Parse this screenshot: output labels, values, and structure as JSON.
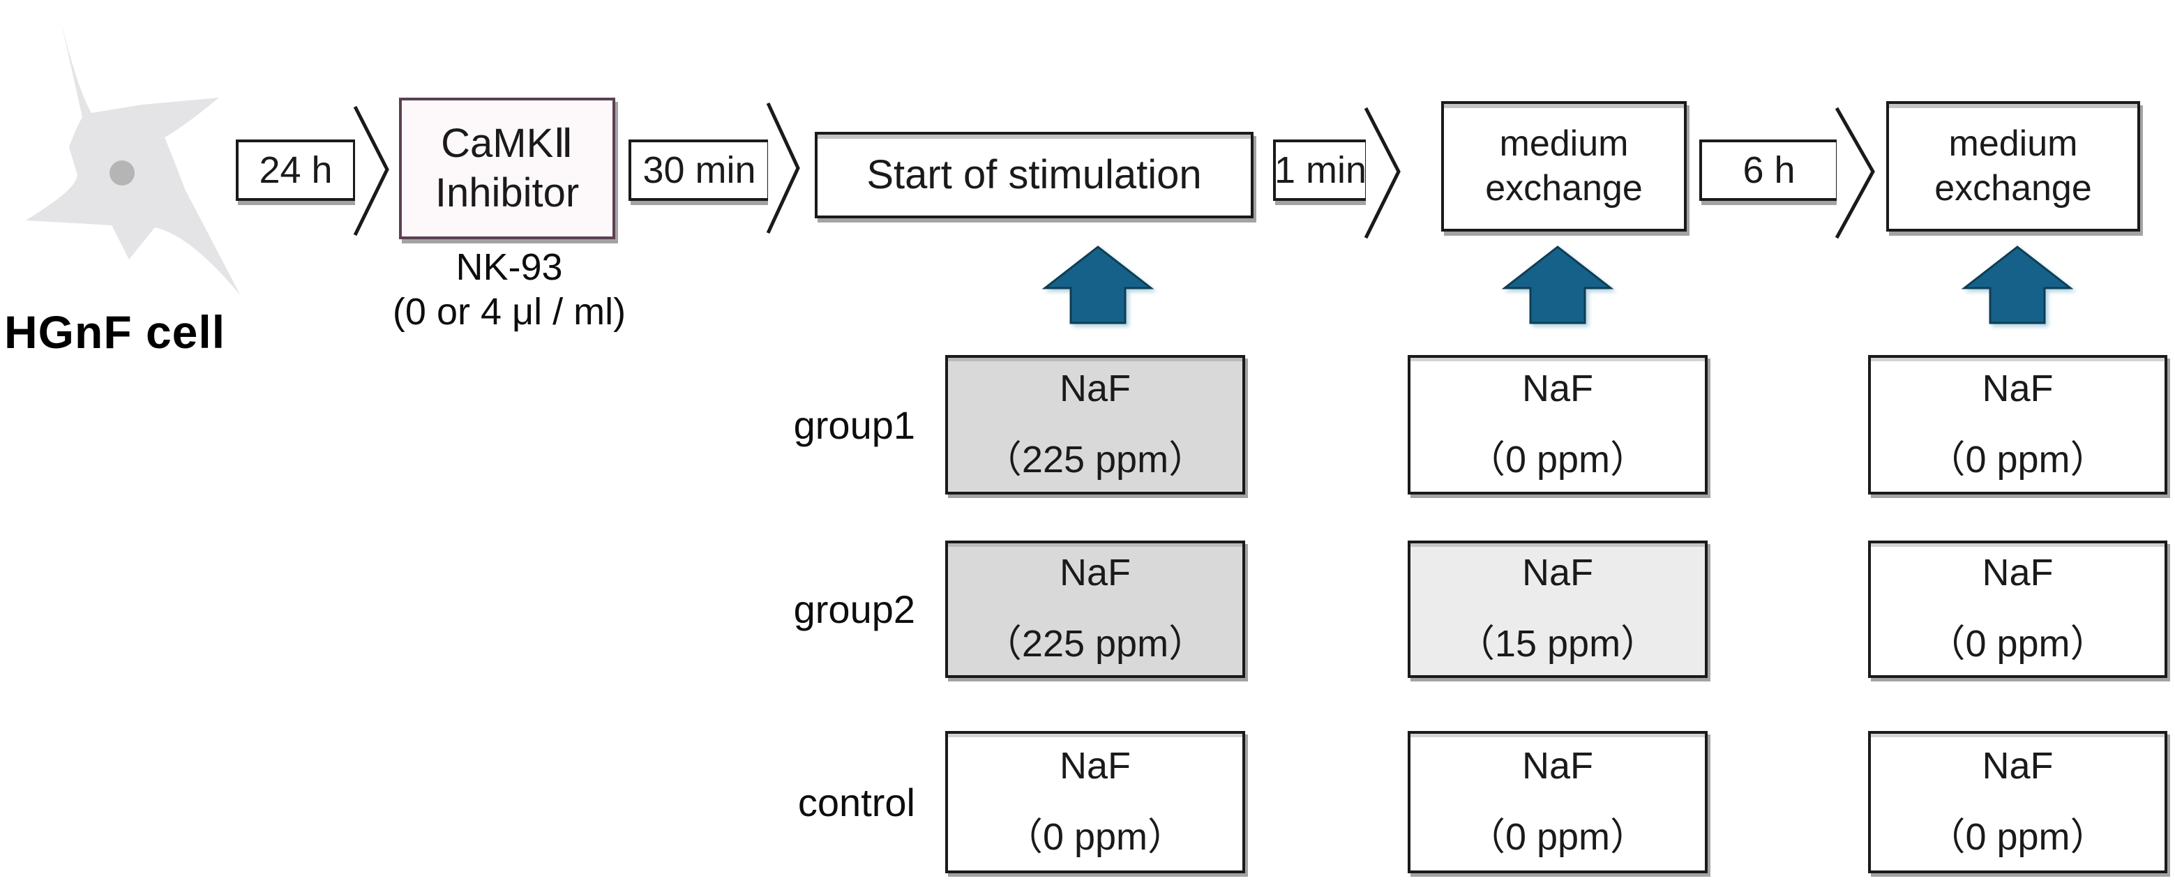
{
  "colors": {
    "ink": "#1a1a1a",
    "shadow": "#a3a3a3",
    "teal": "#16618a",
    "teal_edge": "#0d3e55",
    "teal_glow": "#b6d4e2",
    "camk_border": "#5c4152",
    "camk_fill": "#fdf9fb",
    "gray_fill": "#d9d9d9",
    "light_gray_fill": "#ececec",
    "white_fill": "#ffffff",
    "cell_body": "#e4e4e6",
    "cell_nucleus": "#b5b5b5"
  },
  "cell": {
    "label": "HGnF cell"
  },
  "timeline": {
    "arrow_24h": "24 h",
    "camk_box": {
      "line1": "CaMKⅡ",
      "line2": "Inhibitor"
    },
    "camk_note": {
      "line1": "NK-93",
      "line2": "(0 or 4 μl / ml)"
    },
    "arrow_30min": "30 min",
    "start_box": "Start of stimulation",
    "arrow_1min": "1 min",
    "medium_box_1": {
      "line1": "medium",
      "line2": "exchange"
    },
    "arrow_6h": "6 h",
    "medium_box_2": {
      "line1": "medium",
      "line2": "exchange"
    }
  },
  "groups": {
    "row1": {
      "label": "group1",
      "c1": {
        "l1": "NaF",
        "l2": "（225 ppm）",
        "fill": "#d9d9d9"
      },
      "c2": {
        "l1": "NaF",
        "l2": "（0 ppm）",
        "fill": "#ffffff"
      },
      "c3": {
        "l1": "NaF",
        "l2": "（0 ppm）",
        "fill": "#ffffff"
      }
    },
    "row2": {
      "label": "group2",
      "c1": {
        "l1": "NaF",
        "l2": "（225 ppm）",
        "fill": "#d9d9d9"
      },
      "c2": {
        "l1": "NaF",
        "l2": "（15 ppm）",
        "fill": "#ececec"
      },
      "c3": {
        "l1": "NaF",
        "l2": "（0 ppm）",
        "fill": "#ffffff"
      }
    },
    "row3": {
      "label": "control",
      "c1": {
        "l1": "NaF",
        "l2": "（0 ppm）",
        "fill": "#ffffff"
      },
      "c2": {
        "l1": "NaF",
        "l2": "（0 ppm）",
        "fill": "#ffffff"
      },
      "c3": {
        "l1": "NaF",
        "l2": "（0 ppm）",
        "fill": "#ffffff"
      }
    }
  }
}
